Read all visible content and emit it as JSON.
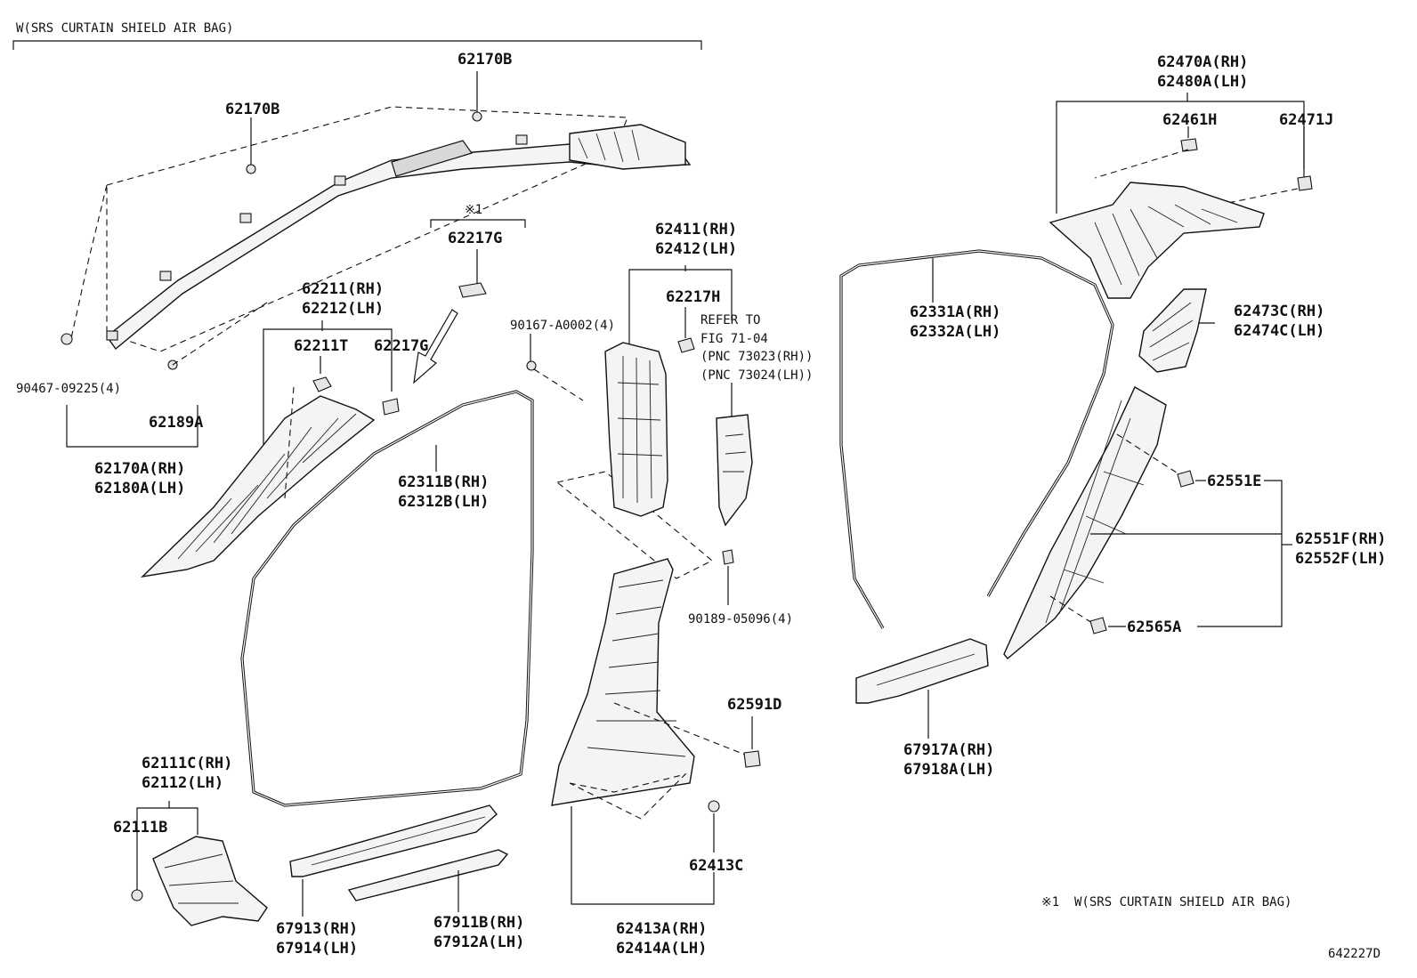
{
  "diagram_code": "642227D",
  "header_note": "W(SRS CURTAIN SHIELD AIR BAG)",
  "footnote": {
    "mark": "※1",
    "text": "W(SRS CURTAIN SHIELD AIR BAG)"
  },
  "callouts": {
    "c62170B_top": "62170B",
    "c62170B_left": "62170B",
    "c90467": "90467-09225(4)",
    "c62189A": "62189A",
    "c62170A": "62170A(RH)",
    "c62180A": "62180A(LH)",
    "c_mark1": "※1",
    "c62217G_top": "62217G",
    "c62211": "62211(RH)",
    "c62212": "62212(LH)",
    "c62211T": "62211T",
    "c62217G_mid": "62217G",
    "c62311B": "62311B(RH)",
    "c62312B": "62312B(LH)",
    "c90167": "90167-A0002(4)",
    "c62411": "62411(RH)",
    "c62412": "62412(LH)",
    "c62217H": "62217H",
    "refer1": "REFER TO",
    "refer2": "FIG 71-04",
    "refer3": "(PNC 73023(RH))",
    "refer4": "(PNC 73024(LH))",
    "c90189": "90189-05096(4)",
    "c62591D": "62591D",
    "c62111C": "62111C(RH)",
    "c62112": "62112(LH)",
    "c62111B": "62111B",
    "c67913": "67913(RH)",
    "c67914": "67914(LH)",
    "c67911B": "67911B(RH)",
    "c67912A": "67912A(LH)",
    "c62413A": "62413A(RH)",
    "c62414A": "62414A(LH)",
    "c62413C": "62413C",
    "c62470A": "62470A(RH)",
    "c62480A": "62480A(LH)",
    "c62461H": "62461H",
    "c62471J": "62471J",
    "c62331A": "62331A(RH)",
    "c62332A": "62332A(LH)",
    "c62473C": "62473C(RH)",
    "c62474C": "62474C(LH)",
    "c62551E": "62551E",
    "c62551F": "62551F(RH)",
    "c62552F": "62552F(LH)",
    "c62565A": "62565A",
    "c67917A": "67917A(RH)",
    "c67918A": "67918A(LH)"
  }
}
